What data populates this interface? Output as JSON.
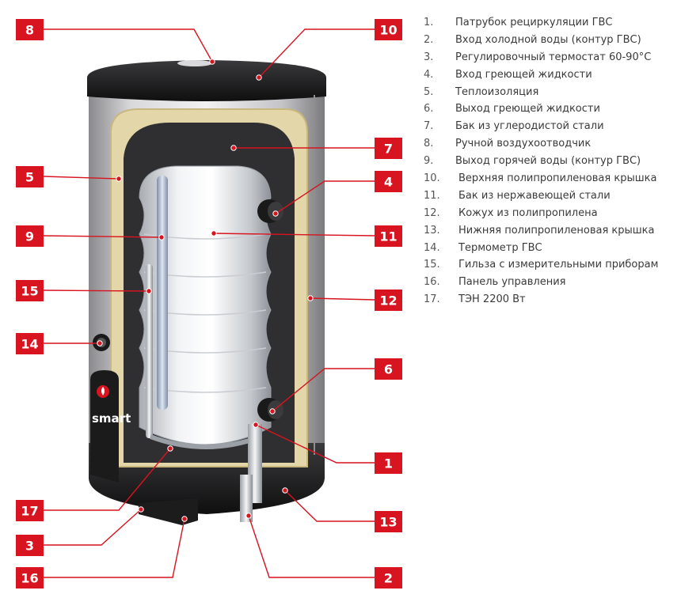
{
  "brand": "smart",
  "components": [
    {
      "number": "1",
      "list_number": "1.",
      "label": "Патрубок рециркуляции ГВС"
    },
    {
      "number": "2",
      "list_number": "2.",
      "label": "Вход холодной воды (контур ГВС)"
    },
    {
      "number": "3",
      "list_number": "3.",
      "label": "Регулировочный термостат 60-90°С"
    },
    {
      "number": "4",
      "list_number": "4.",
      "label": "Вход греющей жидкости"
    },
    {
      "number": "5",
      "list_number": "5.",
      "label": "Теплоизоляция"
    },
    {
      "number": "6",
      "list_number": "6.",
      "label": "Выход греющей жидкости"
    },
    {
      "number": "7",
      "list_number": "7.",
      "label": "Бак из углеродистой стали"
    },
    {
      "number": "8",
      "list_number": "8.",
      "label": "Ручной воздухоотводчик"
    },
    {
      "number": "9",
      "list_number": "9.",
      "label": "Выход горячей воды (контур ГВС)"
    },
    {
      "number": "10",
      "list_number": "10.",
      "label": "Верхняя полипропиленовая крышка"
    },
    {
      "number": "11",
      "list_number": "11.",
      "label": "Бак из нержавеющей стали"
    },
    {
      "number": "12",
      "list_number": "12.",
      "label": "Кожух из полипропилена"
    },
    {
      "number": "13",
      "list_number": "13.",
      "label": "Нижняя полипропиленовая крышка"
    },
    {
      "number": "14",
      "list_number": "14.",
      "label": "Термометр ГВС"
    },
    {
      "number": "15",
      "list_number": "15.",
      "label": "Гильза с измерительными приборам"
    },
    {
      "number": "16",
      "list_number": "16.",
      "label": "Панель управления"
    },
    {
      "number": "17",
      "list_number": "17.",
      "label": "ТЭН 2200 Вт"
    }
  ],
  "colors": {
    "tag": "#d7141f",
    "shell": "#c9c9cb",
    "insulation": "#e3d6a8",
    "carbon_tank": "#2f2f31",
    "stainless_tank": "#e9ebee",
    "cap": "#1b1b1b"
  }
}
